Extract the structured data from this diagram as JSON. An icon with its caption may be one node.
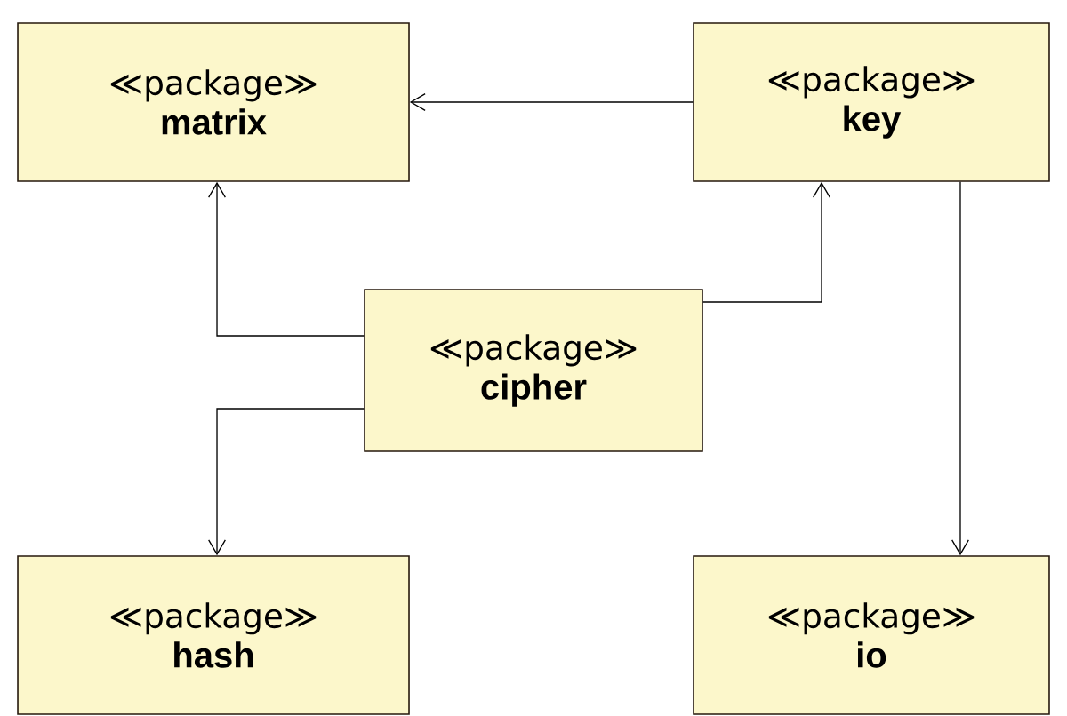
{
  "diagram": {
    "nodes": [
      {
        "text": [
          "≪package≫",
          "matrix"
        ]
      },
      {
        "text": [
          "≪package≫",
          "key"
        ]
      },
      {
        "text": [
          "≪package≫",
          "cipher"
        ]
      },
      {
        "text": [
          "≪package≫",
          "hash"
        ]
      },
      {
        "text": [
          "≪package≫",
          "io"
        ]
      }
    ],
    "edges": [
      {
        "from": 1,
        "to": 0,
        "arrow": "to"
      },
      {
        "from": 2,
        "to": 0,
        "arrow": "to"
      },
      {
        "from": 2,
        "to": 1,
        "arrow": "to"
      },
      {
        "from": 2,
        "to": 3,
        "arrow": "to"
      },
      {
        "from": 1,
        "to": 4,
        "arrow": "to"
      }
    ]
  }
}
